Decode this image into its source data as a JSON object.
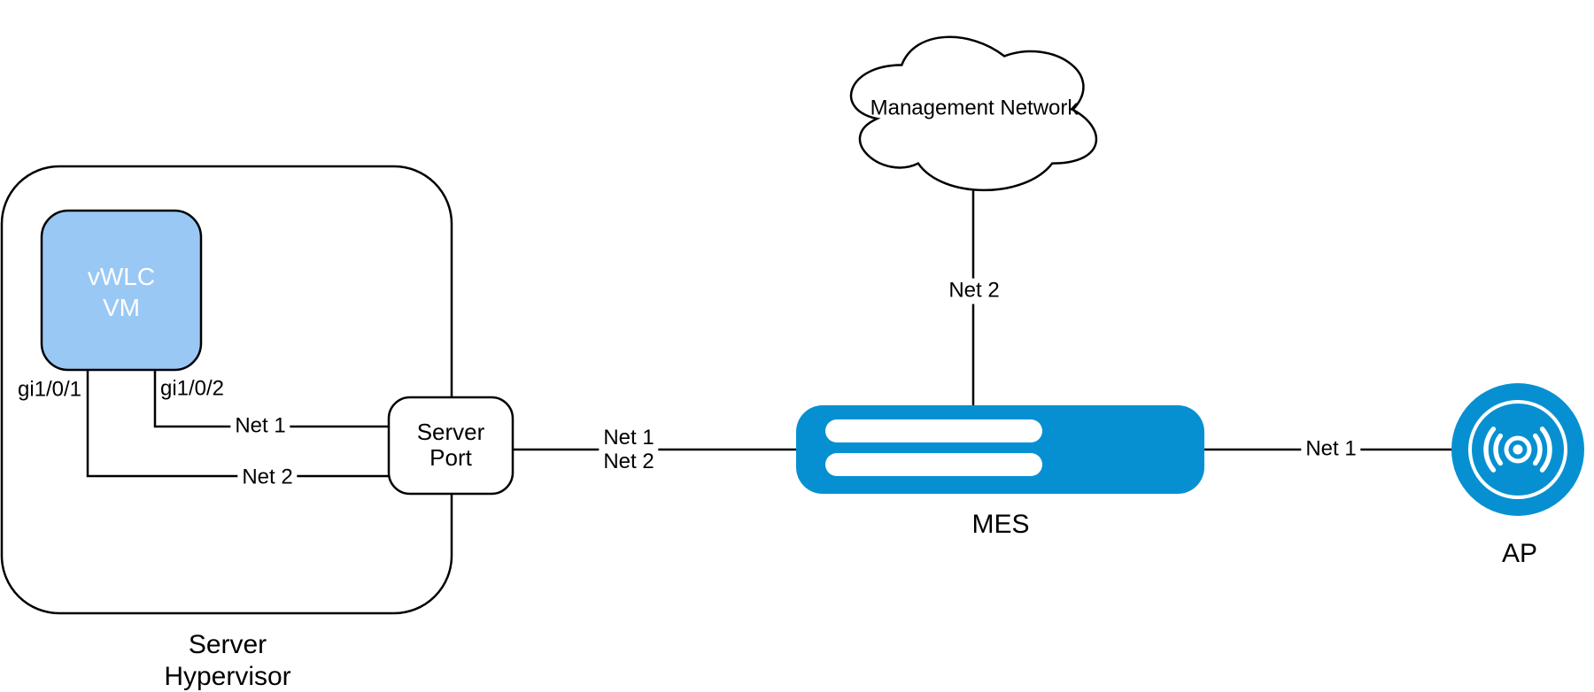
{
  "colors": {
    "device_blue": "#0690D2",
    "vm_fill": "#9AC8F5",
    "vm_text": "#ffffff",
    "stroke": "#000000",
    "background": "#ffffff"
  },
  "nodes": {
    "server_hypervisor": {
      "line1": "Server",
      "line2": "Hypervisor"
    },
    "vwlc_vm": {
      "line1": "vWLC",
      "line2": "VM"
    },
    "server_port": {
      "line1": "Server",
      "line2": "Port"
    },
    "management_network": {
      "label": "Management Network"
    },
    "mes": {
      "label": "MES"
    },
    "ap": {
      "label": "AP"
    }
  },
  "port_labels": {
    "gi101": "gi1/0/1",
    "gi102": "gi1/0/2"
  },
  "link_labels": {
    "vwlc_net1": "Net 1",
    "vwlc_net2": "Net 2",
    "uplink_net1": "Net 1",
    "uplink_net2": "Net 2",
    "mgmt_net2": "Net 2",
    "ap_net1": "Net 1"
  }
}
